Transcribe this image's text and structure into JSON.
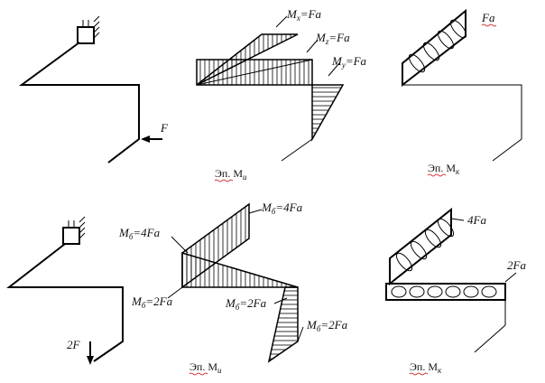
{
  "labels": {
    "top_mid_1": "M",
    "top_mid_1_sub": "x",
    "top_mid_1_val": "=Fa",
    "top_mid_2": "M",
    "top_mid_2_sub": "z",
    "top_mid_2_val": "=Fa",
    "top_mid_3": "M",
    "top_mid_3_sub": "y",
    "top_mid_3_val": "=Fa",
    "top_right": "Fa",
    "force_top": "F",
    "caption_top_mid": "Эп. M",
    "caption_top_mid_sub": "и",
    "caption_top_right": "Эп. M",
    "caption_top_right_sub": "к",
    "bot_mid_1": "M",
    "bot_mid_1_sub": "б",
    "bot_mid_1_val": "=4Fa",
    "bot_mid_2": "M",
    "bot_mid_2_sub": "б",
    "bot_mid_2_val": "=4Fa",
    "bot_mid_3": "M",
    "bot_mid_3_sub": "б",
    "bot_mid_3_val": "=2Fa",
    "bot_mid_4": "M",
    "bot_mid_4_sub": "б",
    "bot_mid_4_val": "=2Fa",
    "bot_mid_5": "M",
    "bot_mid_5_sub": "б",
    "bot_mid_5_val": "=2Fa",
    "bot_right_1": "4Fa",
    "bot_right_2": "2Fa",
    "force_bot": "2F",
    "caption_bot_mid": "Эп. M",
    "caption_bot_mid_sub": "и",
    "caption_bot_right": "Эп. M",
    "caption_bot_right_sub": "к"
  }
}
